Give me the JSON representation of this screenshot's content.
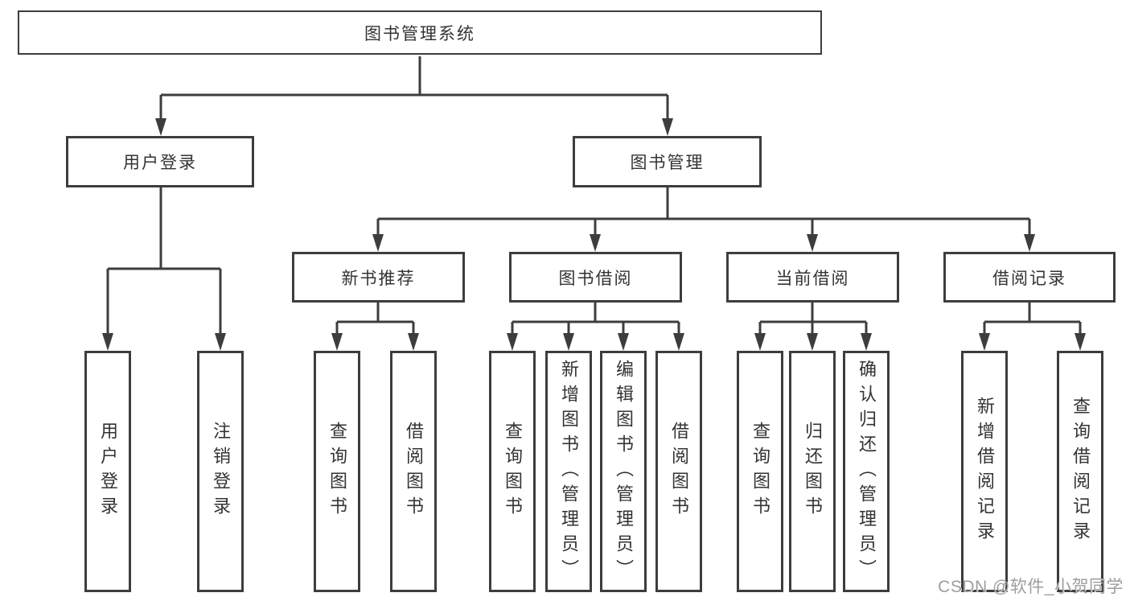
{
  "diagram_title": "图书管理系统",
  "root": {
    "label": "图书管理系统"
  },
  "level2": [
    {
      "label": "用户登录"
    },
    {
      "label": "图书管理"
    }
  ],
  "level3": [
    {
      "label": "新书推荐",
      "parent": "图书管理"
    },
    {
      "label": "图书借阅",
      "parent": "图书管理"
    },
    {
      "label": "当前借阅",
      "parent": "图书管理"
    },
    {
      "label": "借阅记录",
      "parent": "图书管理"
    }
  ],
  "leaves": [
    {
      "label": "用户登录",
      "parent": "用户登录"
    },
    {
      "label": "注销登录",
      "parent": "用户登录"
    },
    {
      "label": "查询图书",
      "parent": "新书推荐"
    },
    {
      "label": "借阅图书",
      "parent": "新书推荐"
    },
    {
      "label": "查询图书",
      "parent": "图书借阅"
    },
    {
      "label": "新增图书（管理员）",
      "parent": "图书借阅"
    },
    {
      "label": "编辑图书（管理员）",
      "parent": "图书借阅"
    },
    {
      "label": "借阅图书",
      "parent": "图书借阅"
    },
    {
      "label": "查询图书",
      "parent": "当前借阅"
    },
    {
      "label": "归还图书",
      "parent": "当前借阅"
    },
    {
      "label": "确认归还（管理员）",
      "parent": "当前借阅"
    },
    {
      "label": "新增借阅记录",
      "parent": "借阅记录"
    },
    {
      "label": "查询借阅记录",
      "parent": "借阅记录"
    }
  ],
  "watermark": "CSDN @软件_小贺同学",
  "colors": {
    "line": "#3d3d3d",
    "box_border": "#3d3d3d",
    "box_background": "#ffffff",
    "text": "#333333",
    "watermark": "#9e9e9e",
    "page_background": "#ffffff"
  }
}
